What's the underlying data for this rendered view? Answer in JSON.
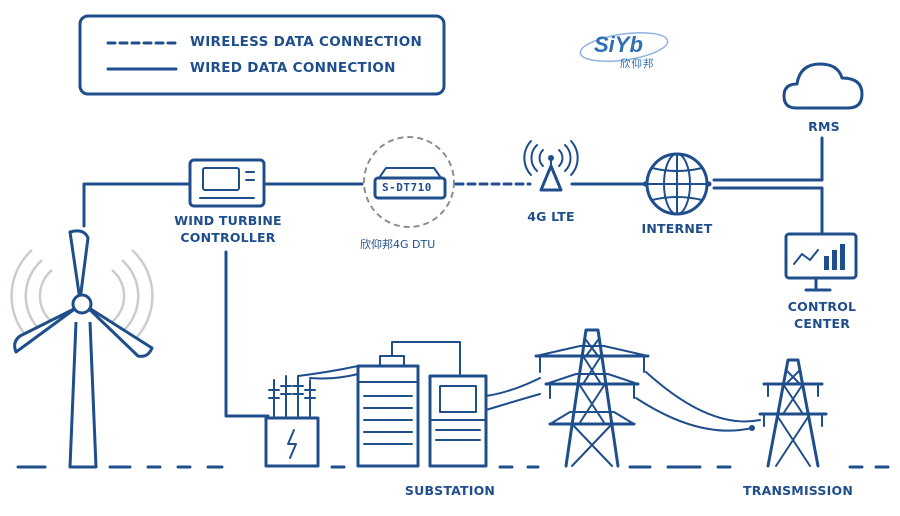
{
  "legend": {
    "wireless_label": "WIRELESS DATA CONNECTION",
    "wired_label": "WIRED DATA CONNECTION"
  },
  "logo": {
    "brand": "SiYb",
    "subtitle": "欣仰邦"
  },
  "nodes": {
    "controller": {
      "line1": "WIND TURBINE",
      "line2": "CONTROLLER"
    },
    "dtu": {
      "device_label": "S-DT710",
      "caption": "欣仰邦4G DTU"
    },
    "lte": {
      "label": "4G LTE"
    },
    "internet": {
      "label": "INTERNET"
    },
    "rms": {
      "label": "RMS"
    },
    "control_center": {
      "line1": "CONTROL",
      "line2": "CENTER"
    },
    "substation": {
      "label": "SUBSTATION"
    },
    "transmission": {
      "label": "TRANSMISSION"
    }
  },
  "colors": {
    "primary": "#1f4e8c",
    "accent": "#2f6fb8",
    "wave": "#c9ccd1"
  },
  "icons": {
    "wind_turbine": "wind-turbine-icon",
    "controller": "controller-monitor-icon",
    "dtu": "dtu-router-icon",
    "antenna": "cell-tower-icon",
    "globe": "globe-icon",
    "cloud": "cloud-icon",
    "monitor_chart": "monitor-chart-icon",
    "transformer": "transformer-icon",
    "substation": "substation-building-icon",
    "tower": "transmission-tower-icon"
  }
}
